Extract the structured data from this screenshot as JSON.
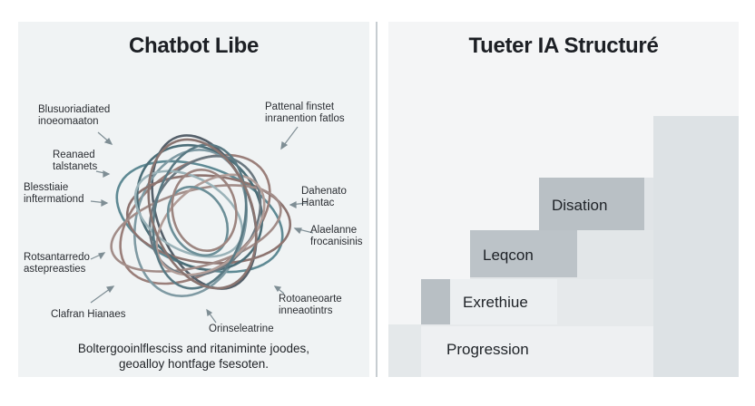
{
  "left": {
    "title": "Chatbot Libe",
    "labels": [
      "Blusuoriadiated\ninoeomaaton",
      "Pattenal finstet\ninranention fatlos",
      "Reanaed\ntalstanets",
      "Blesstiaie\ninftermationd",
      "Dahenato\nHantac",
      "Alaelanne\nfrocanisinis",
      "Rotsantarredo\nastepreasties",
      "Rotoaneoarte\ninneaotintrs",
      "Clafran Hianaes",
      "Orinseleatrine"
    ],
    "caption": "Boltergooinlflesciss and ritaniminte joodes,\ngeoalloy hontfage fsesoten.",
    "colors": {
      "panel": "#f0f3f4",
      "loop_teal": "#5f8a94",
      "loop_rose": "#9a7f7a",
      "loop_slate": "#55606a"
    }
  },
  "right": {
    "title": "Tueter IA Structuré",
    "steps": [
      {
        "label": "Progression"
      },
      {
        "label": "Exrethiue"
      },
      {
        "label": "Leqcon"
      },
      {
        "label": "Disation"
      }
    ]
  }
}
